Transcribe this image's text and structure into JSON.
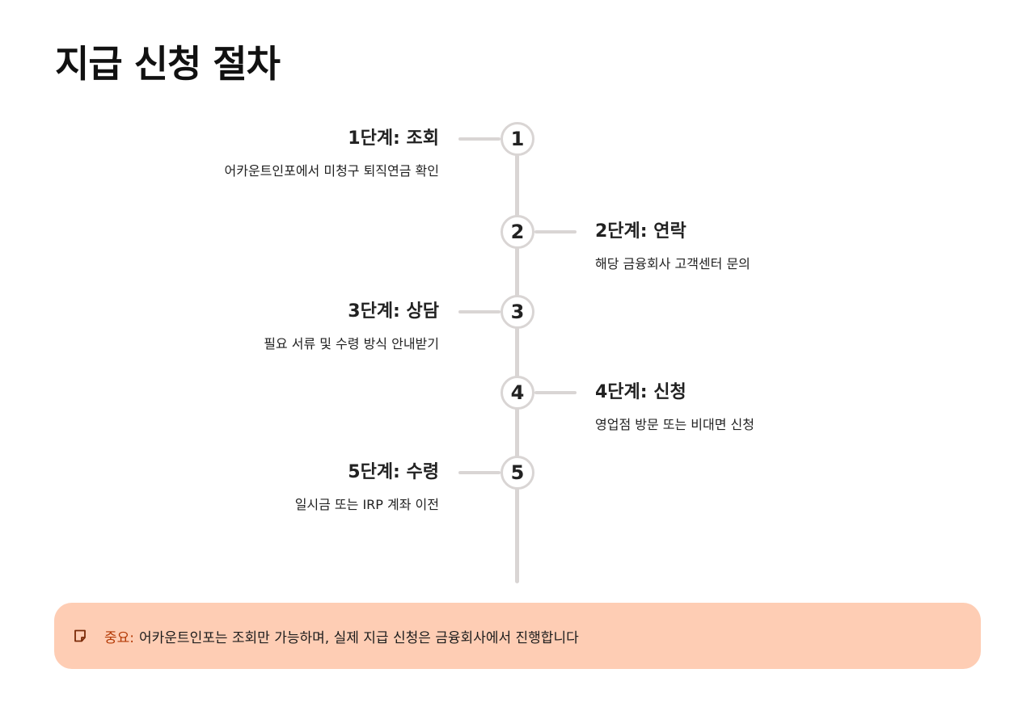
{
  "page": {
    "title": "지급 신청 절차"
  },
  "steps": [
    {
      "number": "1",
      "title": "1단계: 조회",
      "description": "어카운트인포에서 미청구 퇴직연금 확인",
      "side": "left"
    },
    {
      "number": "2",
      "title": "2단계: 연락",
      "description": "해당 금융회사 고객센터 문의",
      "side": "right"
    },
    {
      "number": "3",
      "title": "3단계: 상담",
      "description": "필요 서류 및 수령 방식 안내받기",
      "side": "left"
    },
    {
      "number": "4",
      "title": "4단계: 신청",
      "description": "영업점 방문 또는 비대면 신청",
      "side": "right"
    },
    {
      "number": "5",
      "title": "5단계: 수령",
      "description": "일시금 또는 IRP 계좌 이전",
      "side": "left"
    }
  ],
  "notice": {
    "icon": "note-icon",
    "label": "중요:",
    "text": "어카운트인포는 조회만 가능하며, 실제 지급 신청은 금융회사에서 진행합니다"
  },
  "colors": {
    "timeline": "#d9d5d4",
    "notice_background": "#fecdb4",
    "notice_label": "#b43a06"
  }
}
